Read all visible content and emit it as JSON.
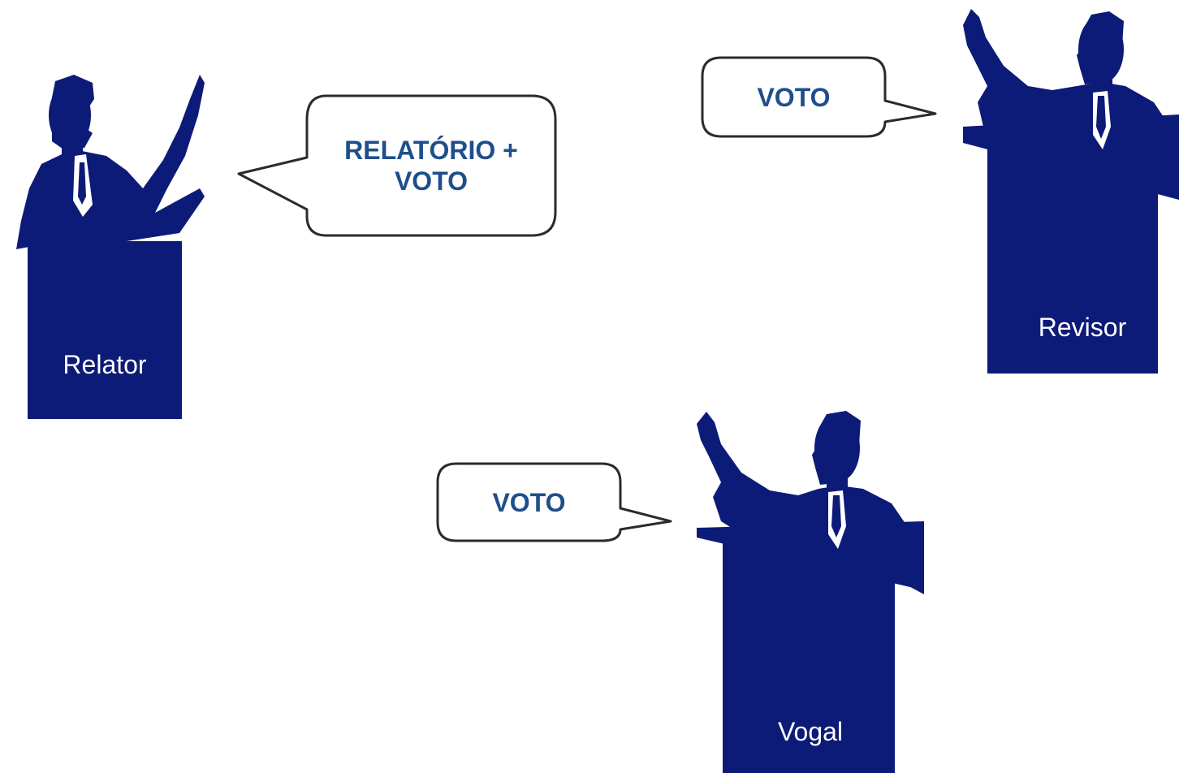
{
  "colors": {
    "figure": "#0d1b78",
    "bubble_text": "#1f4e8c",
    "bubble_stroke": "#2b2b2b"
  },
  "speakers": {
    "relator": {
      "label": "Relator",
      "icon": "speaker-at-podium-icon",
      "bubble": {
        "lines": [
          "RELATÓRIO +",
          "VOTO"
        ]
      }
    },
    "revisor": {
      "label": "Revisor",
      "icon": "speaker-at-podium-icon",
      "bubble": {
        "lines": [
          "VOTO"
        ]
      }
    },
    "vogal": {
      "label": "Vogal",
      "icon": "speaker-at-podium-icon",
      "bubble": {
        "lines": [
          "VOTO"
        ]
      }
    }
  }
}
